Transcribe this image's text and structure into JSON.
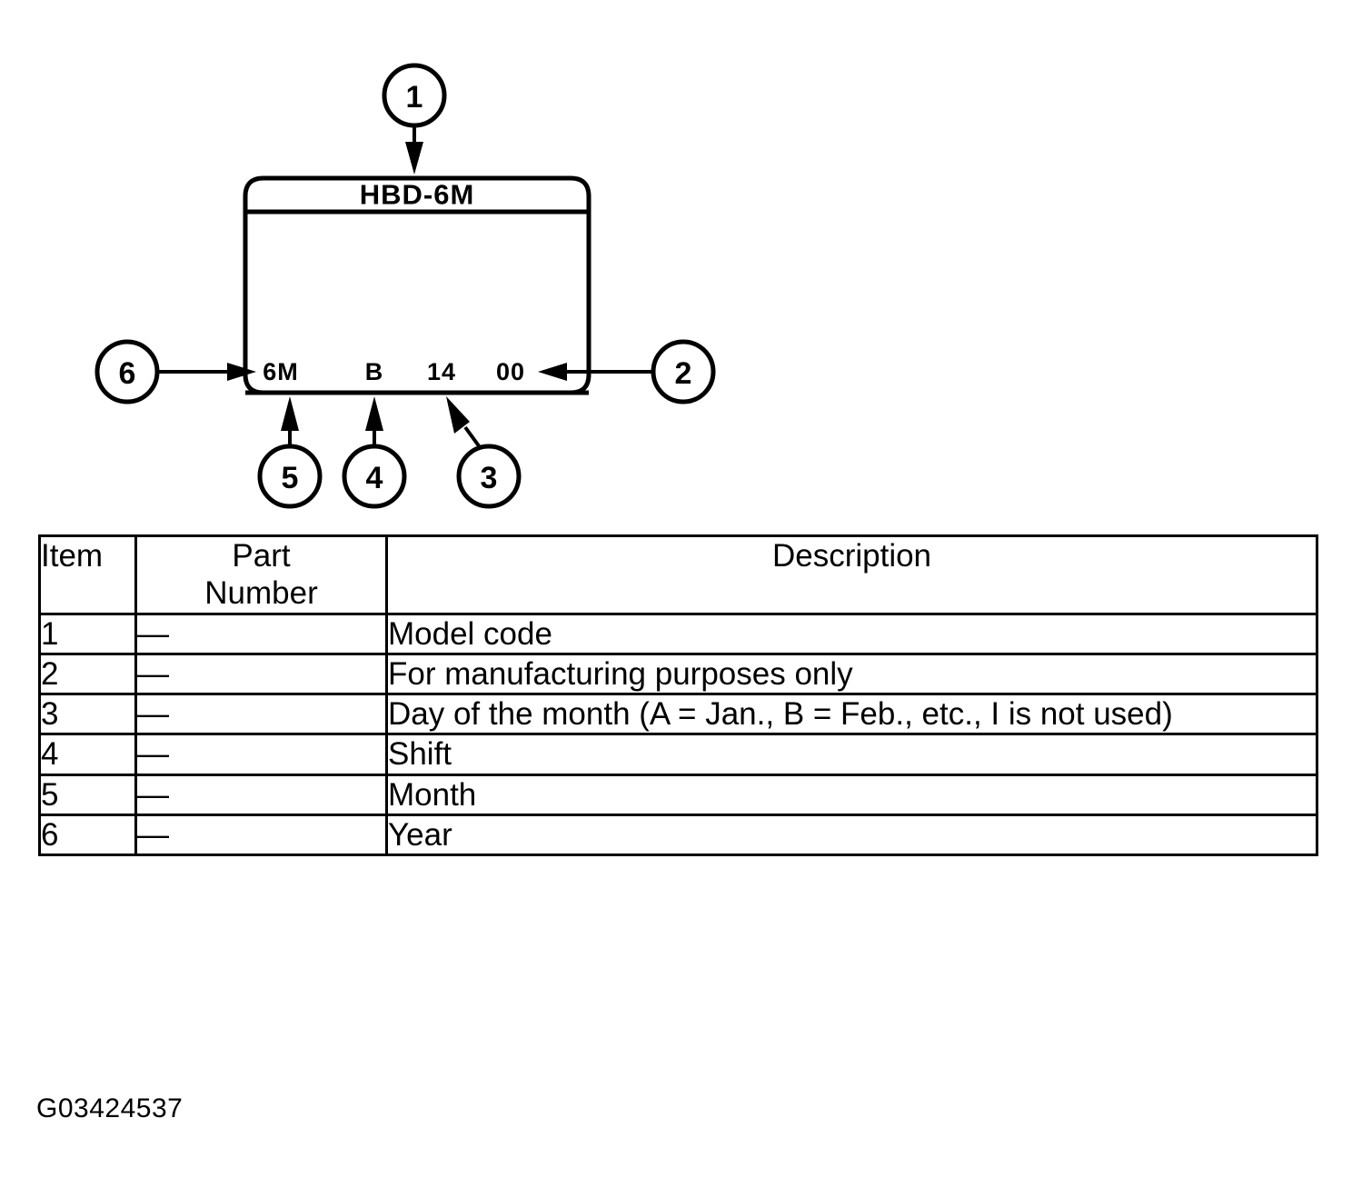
{
  "diagram": {
    "label_plate": {
      "model_code_text": "HBD-6M",
      "code_segments": [
        "6M",
        "B",
        "14",
        "00"
      ]
    },
    "callouts": [
      {
        "number": "1",
        "target": "model-code"
      },
      {
        "number": "2",
        "target": "manufacturing-code"
      },
      {
        "number": "3",
        "target": "day-of-month"
      },
      {
        "number": "4",
        "target": "shift"
      },
      {
        "number": "5",
        "target": "month"
      },
      {
        "number": "6",
        "target": "year"
      }
    ]
  },
  "table": {
    "headers": {
      "item": "Item",
      "part_number_line1": "Part",
      "part_number_line2": "Number",
      "description": "Description"
    },
    "rows": [
      {
        "item": "1",
        "part_number": "—",
        "description": "Model code"
      },
      {
        "item": "2",
        "part_number": "—",
        "description": "For manufacturing purposes only"
      },
      {
        "item": "3",
        "part_number": "—",
        "description": "Day of the month (A = Jan., B = Feb., etc., I is not used)"
      },
      {
        "item": "4",
        "part_number": "—",
        "description": "Shift"
      },
      {
        "item": "5",
        "part_number": "—",
        "description": "Month"
      },
      {
        "item": "6",
        "part_number": "—",
        "description": "Year"
      }
    ]
  },
  "caption": "G03424537",
  "colors": {
    "ink": "#000000",
    "paper": "#ffffff"
  }
}
